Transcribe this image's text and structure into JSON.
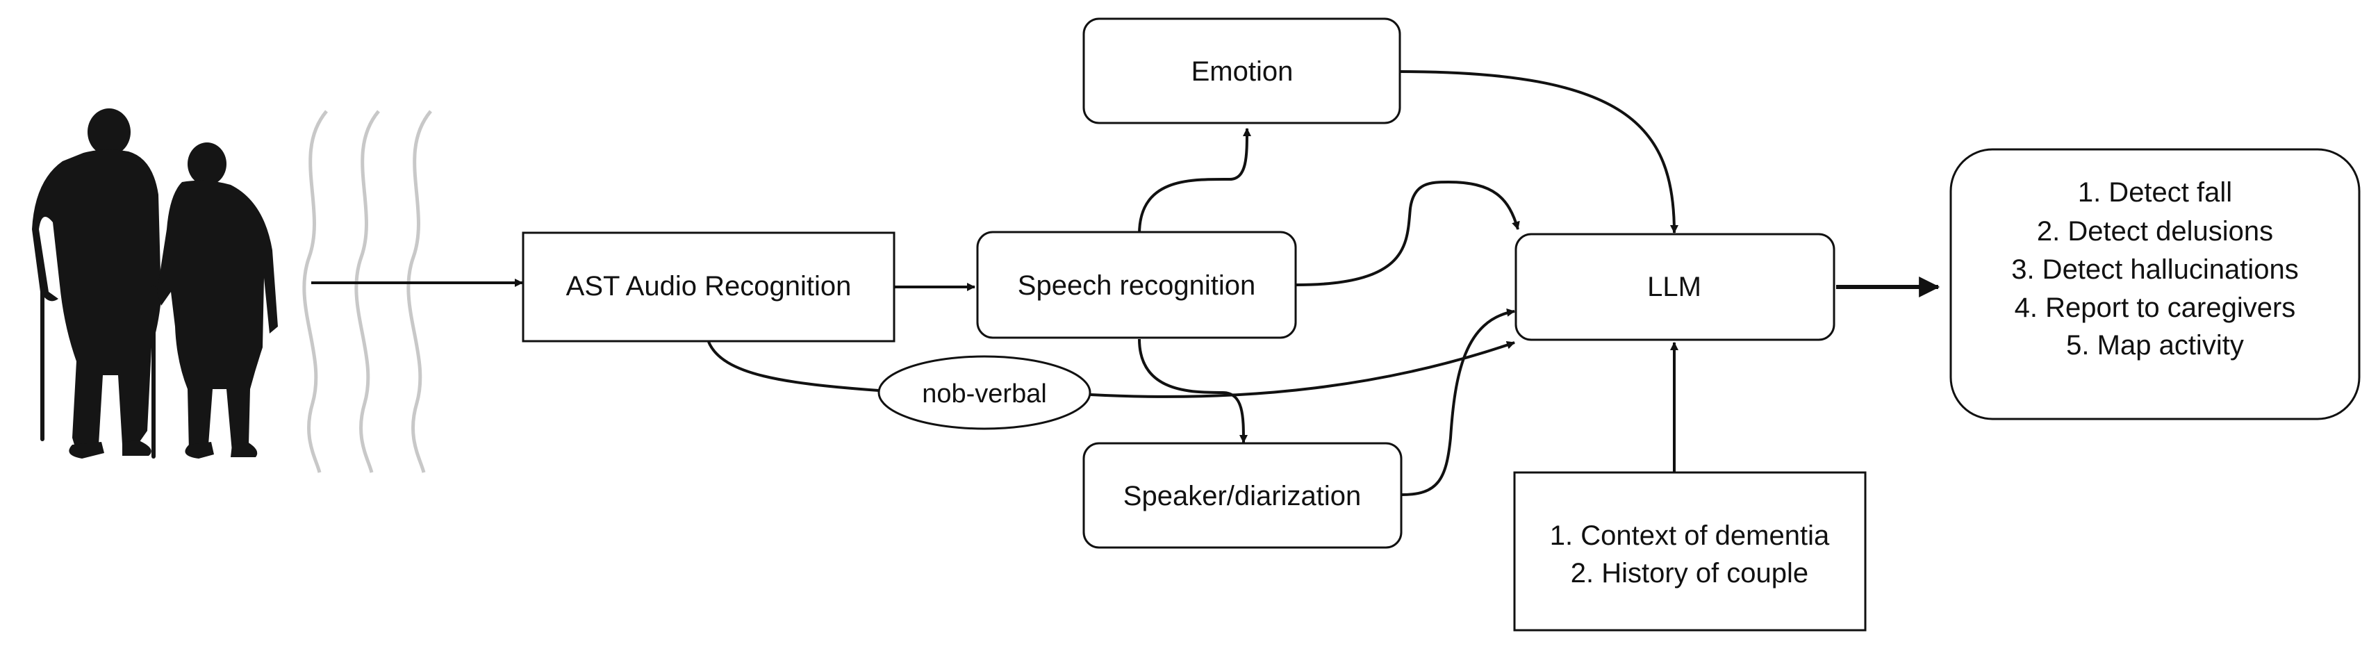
{
  "nodes": {
    "ast": {
      "label": "AST Audio Recognition"
    },
    "speech": {
      "label": "Speech recognition"
    },
    "emotion": {
      "label": "Emotion"
    },
    "speaker": {
      "label": "Speaker/diarization"
    },
    "llm": {
      "label": "LLM"
    },
    "nonverbal": {
      "label": "nob-verbal"
    },
    "context": {
      "lines": [
        "1. Context of dementia",
        "2. History of couple"
      ]
    },
    "outputs": {
      "lines": [
        "1. Detect fall",
        "2. Detect delusions",
        "3. Detect hallucinations",
        "4. Report to caregivers",
        "5. Map activity"
      ]
    }
  },
  "colors": {
    "stroke": "#111111",
    "wave": "#c8c8c8",
    "silhouette": "#151515"
  }
}
